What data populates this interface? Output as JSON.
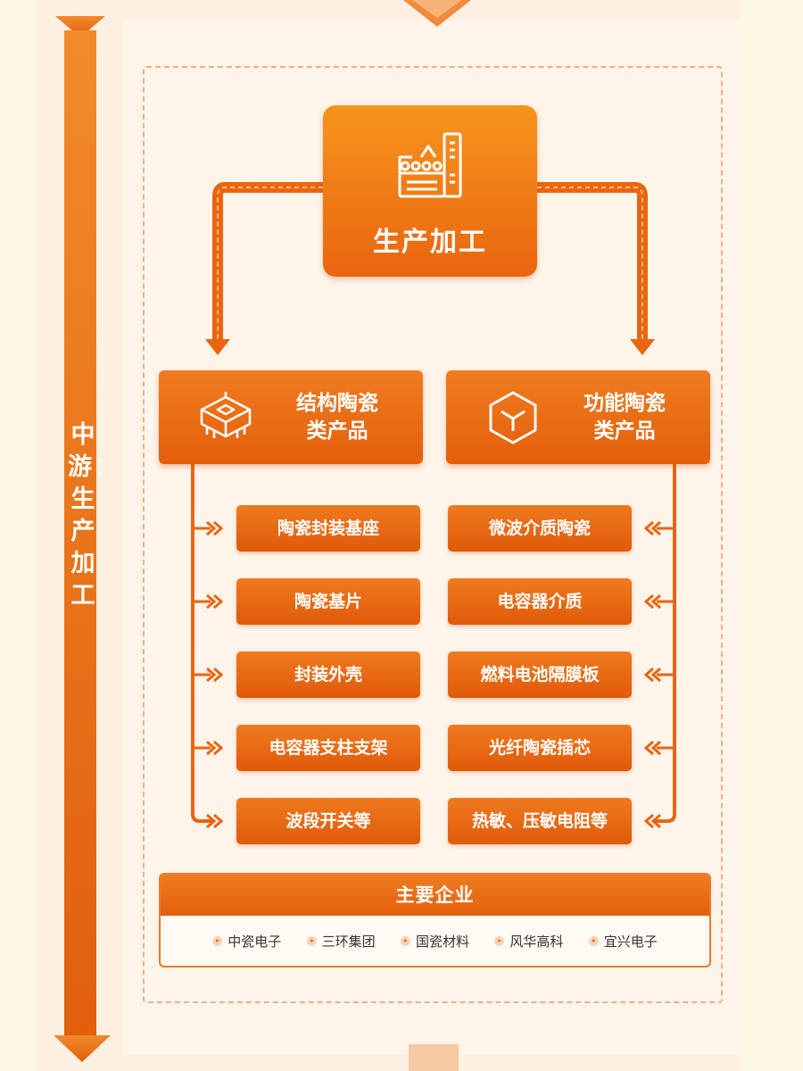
{
  "stage": {
    "label": "中游：生产加工"
  },
  "main_node": {
    "title": "生产加工",
    "icon": "factory-machine-icon"
  },
  "categories": [
    {
      "title": "结构陶瓷\n类产品",
      "icon": "chip-component-icon",
      "items": [
        "陶瓷封装基座",
        "陶瓷基片",
        "封装外壳",
        "电容器支柱支架",
        "波段开关等"
      ]
    },
    {
      "title": "功能陶瓷\n类产品",
      "icon": "cube-icon",
      "items": [
        "微波介质陶瓷",
        "电容器介质",
        "燃料电池隔膜板",
        "光纤陶瓷插芯",
        "热敏、压敏电阻等"
      ]
    }
  ],
  "companies": {
    "title": "主要企业",
    "list": [
      "中瓷电子",
      "三环集团",
      "国瓷材料",
      "风华高科",
      "宜兴电子"
    ]
  },
  "colors": {
    "primary": "#e9650f",
    "accent": "#f7941d",
    "background": "#fbf6e6",
    "panel": "#fdf4ea",
    "dashed_border": "#f2b07a"
  }
}
